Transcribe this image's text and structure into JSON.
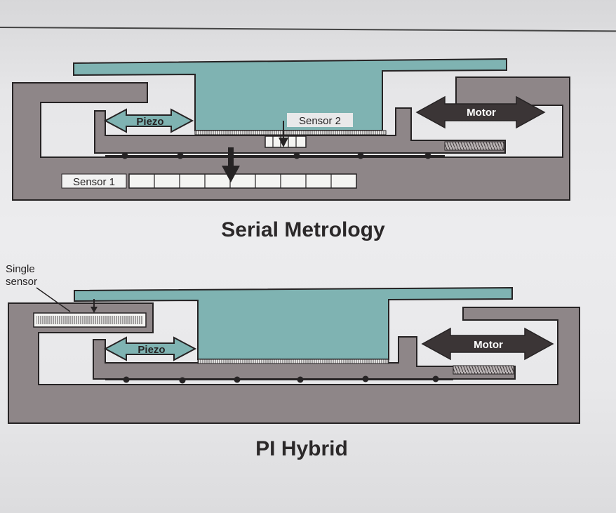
{
  "diagrams": [
    {
      "id": "serial",
      "caption": "Serial Metrology",
      "piezo_label": "Piezo",
      "motor_label": "Motor",
      "sensor_labels": [
        "Sensor 1",
        "Sensor 2"
      ]
    },
    {
      "id": "hybrid",
      "caption": "PI Hybrid",
      "piezo_label": "Piezo",
      "motor_label": "Motor",
      "sensor_label_line1": "Single",
      "sensor_label_line2": "sensor"
    }
  ],
  "colors": {
    "housing": "#8e8688",
    "stage": "#7fb3b2",
    "arrow_dark": "#3b3536",
    "piezo_arrow": "#7fb3b2",
    "outline": "#262324",
    "scale_fill": "#f4f4f2"
  }
}
